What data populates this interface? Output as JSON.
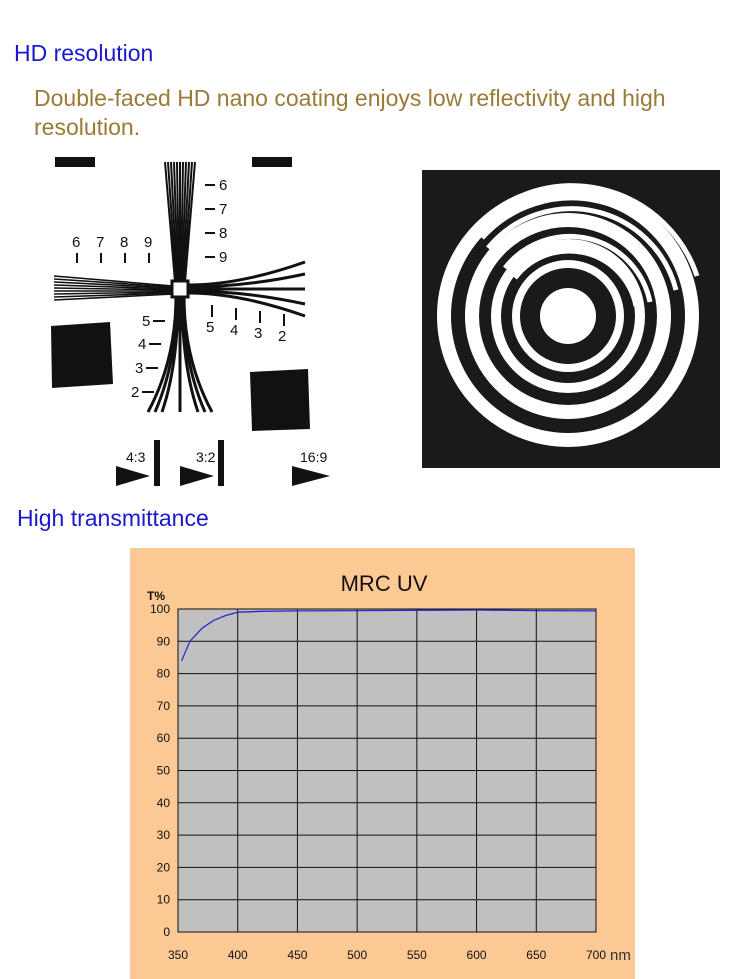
{
  "section1": {
    "heading": "HD resolution",
    "description": "Double-faced HD nano coating enjoys low reflectivity and high resolution."
  },
  "resolution_chart": {
    "vertical_labels": [
      "6",
      "7",
      "8",
      "9"
    ],
    "horizontal_top_labels": [
      "6",
      "7",
      "8",
      "9"
    ],
    "horizontal_bottom_labels": [
      "5",
      "4",
      "3",
      "2"
    ],
    "vertical_left_labels": [
      "5",
      "4",
      "3",
      "2"
    ],
    "aspect_labels": [
      "4:3",
      "3:2",
      "16:9"
    ]
  },
  "section2": {
    "heading": "High transmittance"
  },
  "chart_data": {
    "type": "line",
    "title": "MRC UV",
    "ylabel": "T%",
    "xlabel": "nm",
    "xlim": [
      350,
      700
    ],
    "ylim": [
      0,
      100
    ],
    "x_ticks": [
      350,
      400,
      450,
      500,
      550,
      600,
      650,
      700
    ],
    "y_ticks": [
      0,
      10,
      20,
      30,
      40,
      50,
      60,
      70,
      80,
      90,
      100
    ],
    "grid": true,
    "series": [
      {
        "x": [
          353,
          360,
          370,
          380,
          390,
          400,
          420,
          450,
          500,
          550,
          600,
          650,
          700
        ],
        "y": [
          84,
          90,
          94,
          96.5,
          98,
          99,
          99.3,
          99.4,
          99.5,
          99.6,
          99.7,
          99.5,
          99.4
        ]
      }
    ],
    "colors": {
      "line": "#2a2acc",
      "plot_bg": "#c0c0c0",
      "frame_bg": "#fcc994"
    }
  }
}
